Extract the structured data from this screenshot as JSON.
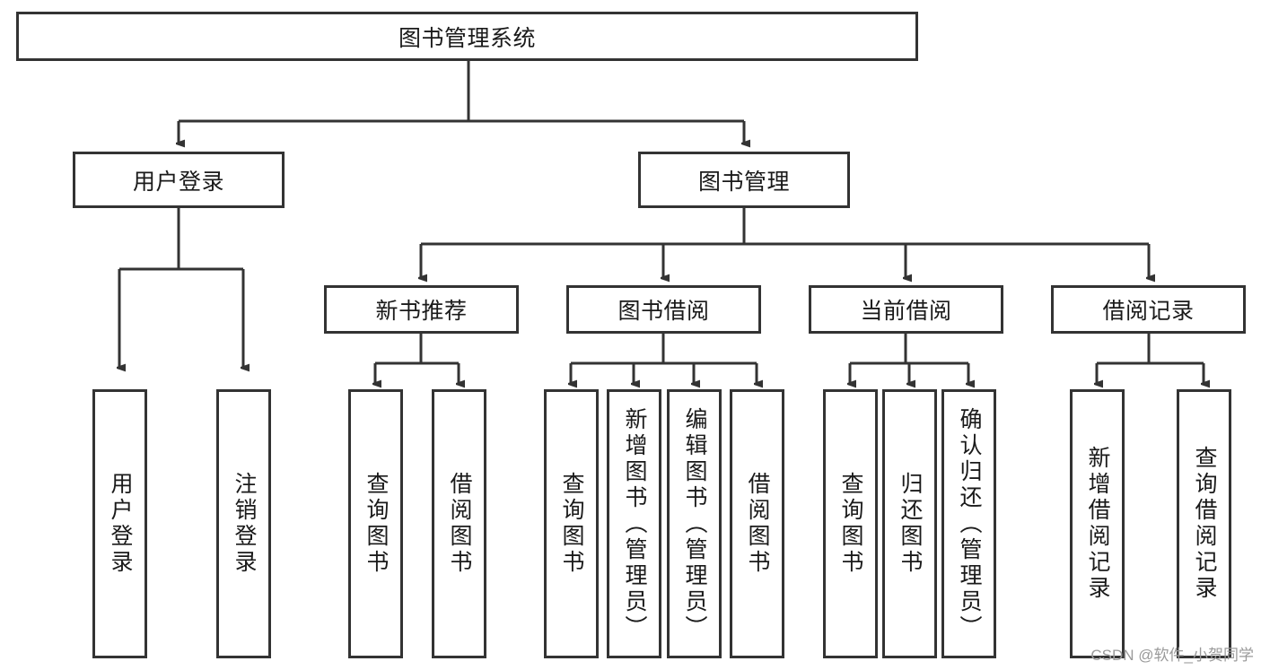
{
  "diagram": {
    "type": "tree-hierarchy-diagram",
    "title": "图书管理系统",
    "colors": {
      "box_border": "#333333",
      "box_fill": "#ffffff",
      "connector": "#333333",
      "text": "#1a1a1a",
      "watermark": "#9a9a9a",
      "background": "#ffffff"
    },
    "root": {
      "label": "图书管理系统"
    },
    "level2": [
      {
        "label": "用户登录"
      },
      {
        "label": "图书管理"
      }
    ],
    "level3": [
      {
        "label": "新书推荐"
      },
      {
        "label": "图书借阅"
      },
      {
        "label": "当前借阅"
      },
      {
        "label": "借阅记录"
      }
    ],
    "leaves": {
      "user_login": [
        {
          "label": "用户登录"
        },
        {
          "label": "注销登录"
        }
      ],
      "new_book_recommend": [
        {
          "label": "查询图书"
        },
        {
          "label": "借阅图书"
        }
      ],
      "book_borrow": [
        {
          "label": "查询图书"
        },
        {
          "label": "新增图书（管理员）"
        },
        {
          "label": "编辑图书（管理员）"
        },
        {
          "label": "借阅图书"
        }
      ],
      "current_borrow": [
        {
          "label": "查询图书"
        },
        {
          "label": "归还图书"
        },
        {
          "label": "确认归还（管理员）"
        }
      ],
      "borrow_record": [
        {
          "label": "新增借阅记录"
        },
        {
          "label": "查询借阅记录"
        }
      ]
    }
  },
  "watermark": {
    "text": "CSDN @软件_小贺同学"
  }
}
